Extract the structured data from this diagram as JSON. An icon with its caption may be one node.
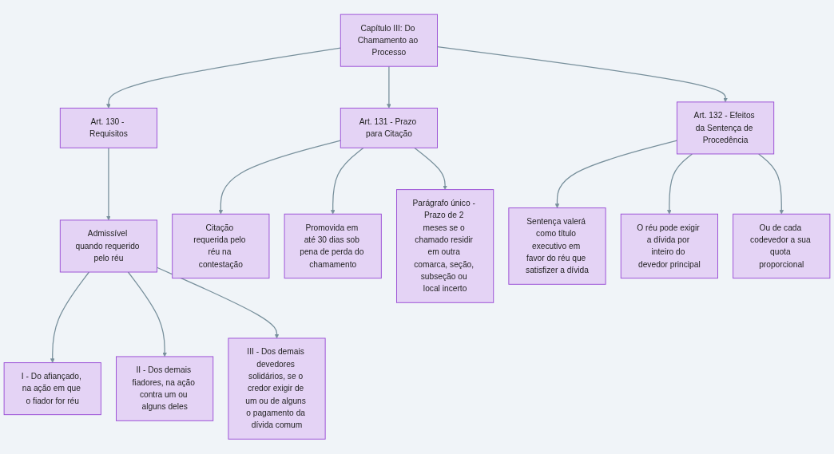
{
  "diagram": {
    "nodes": [
      {
        "text": [
          "Capítulo III: Do Chamamento ao Processo"
        ]
      },
      {
        "text": [
          "Art. 130 - Requisitos"
        ]
      },
      {
        "text": [
          "Art. 131 - Prazo para Citação"
        ]
      },
      {
        "text": [
          "Art. 132 - Efeitos da Sentença de Procedência"
        ]
      },
      {
        "text": [
          "Admissível quando requerido pelo réu"
        ]
      },
      {
        "text": [
          "Citação requerida pelo réu na contestação"
        ]
      },
      {
        "text": [
          "Promovida em até 30 dias sob pena de perda do chamamento"
        ]
      },
      {
        "text": [
          "Parágrafo único - Prazo de 2 meses se o chamado residir em outra comarca, seção, subseção ou local incerto"
        ]
      },
      {
        "text": [
          "Sentença valerá como título executivo em favor do réu que satisfizer a dívida"
        ]
      },
      {
        "text": [
          "O réu pode exigir a dívida por inteiro do devedor principal"
        ]
      },
      {
        "text": [
          "Ou de cada codevedor a sua quota proporcional"
        ]
      },
      {
        "text": [
          "I - Do afiançado, na ação em que o fiador for réu"
        ]
      },
      {
        "text": [
          "II - Dos demais fiadores, na ação contra um ou alguns deles"
        ]
      },
      {
        "text": [
          "III - Dos demais devedores solidários, se o credor exigir de um ou de alguns o pagamento da dívida comum"
        ]
      }
    ],
    "edges": [
      {
        "from": 0,
        "to": 1,
        "arrow": "to"
      },
      {
        "from": 0,
        "to": 2,
        "arrow": "to"
      },
      {
        "from": 0,
        "to": 3,
        "arrow": "to"
      },
      {
        "from": 1,
        "to": 4,
        "arrow": "to"
      },
      {
        "from": 2,
        "to": 5,
        "arrow": "to"
      },
      {
        "from": 2,
        "to": 6,
        "arrow": "to"
      },
      {
        "from": 2,
        "to": 7,
        "arrow": "to"
      },
      {
        "from": 3,
        "to": 8,
        "arrow": "to"
      },
      {
        "from": 3,
        "to": 9,
        "arrow": "to"
      },
      {
        "from": 3,
        "to": 10,
        "arrow": "to"
      },
      {
        "from": 4,
        "to": 11,
        "arrow": "to"
      },
      {
        "from": 4,
        "to": 12,
        "arrow": "to"
      },
      {
        "from": 4,
        "to": 13,
        "arrow": "to"
      }
    ]
  }
}
